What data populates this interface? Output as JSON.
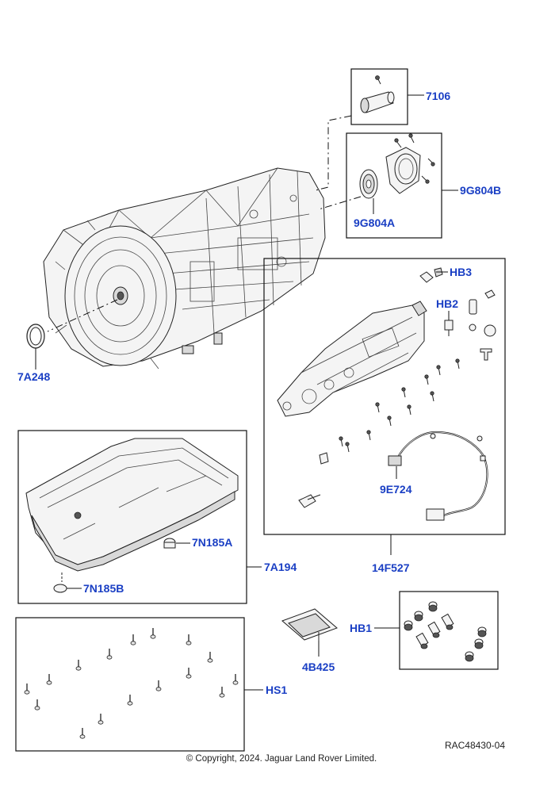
{
  "labels": {
    "l7106": "7106",
    "l9G804B": "9G804B",
    "l9G804A": "9G804A",
    "lHB3": "HB3",
    "lHB2": "HB2",
    "l7A248": "7A248",
    "l9E724": "9E724",
    "l7N185A": "7N185A",
    "l7A194": "7A194",
    "l14F527": "14F527",
    "l7N185B": "7N185B",
    "lHB1": "HB1",
    "l4B425": "4B425",
    "lHS1": "HS1"
  },
  "reference": "RAC48430-04",
  "copyright": "© Copyright, 2024. Jaguar Land Rover Limited."
}
